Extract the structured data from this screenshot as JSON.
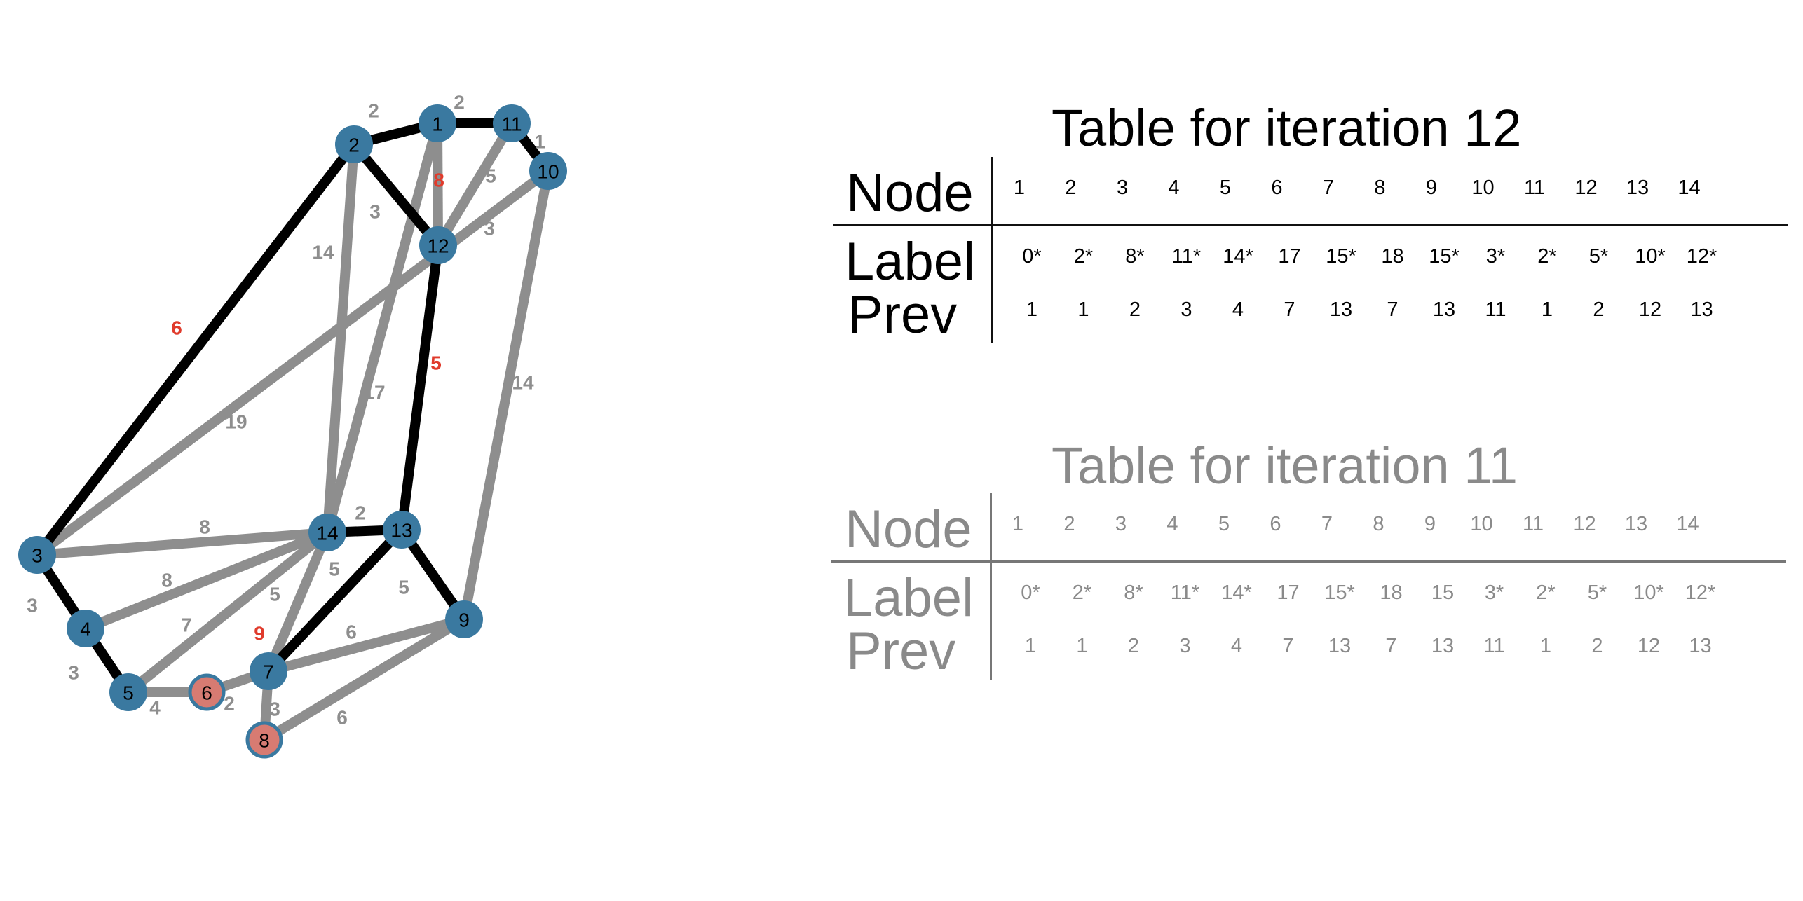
{
  "colors": {
    "node_blue": "#3a79a0",
    "node_pink": "#d77b72",
    "node_pink_stroke": "#3a79a0",
    "edge_black": "#000000",
    "edge_gray": "#8e8e8e",
    "label_gray": "#8e8e8e",
    "label_red": "#e03b2c",
    "table_current": "#000000",
    "table_previous": "#8a8a8a"
  },
  "graph": {
    "nodes": [
      {
        "id": "1",
        "fill": "blue"
      },
      {
        "id": "2",
        "fill": "blue"
      },
      {
        "id": "3",
        "fill": "blue"
      },
      {
        "id": "4",
        "fill": "blue"
      },
      {
        "id": "5",
        "fill": "blue"
      },
      {
        "id": "6",
        "fill": "pink"
      },
      {
        "id": "7",
        "fill": "blue"
      },
      {
        "id": "8",
        "fill": "pink"
      },
      {
        "id": "9",
        "fill": "blue"
      },
      {
        "id": "10",
        "fill": "blue"
      },
      {
        "id": "11",
        "fill": "blue"
      },
      {
        "id": "12",
        "fill": "blue"
      },
      {
        "id": "13",
        "fill": "blue"
      },
      {
        "id": "14",
        "fill": "blue"
      }
    ],
    "edges": [
      {
        "from": "2",
        "to": "3",
        "weight": "6",
        "in_tree": true,
        "highlight": true
      },
      {
        "from": "1",
        "to": "2",
        "weight": "2",
        "in_tree": true,
        "highlight": false
      },
      {
        "from": "1",
        "to": "11",
        "weight": "2",
        "in_tree": true,
        "highlight": false
      },
      {
        "from": "11",
        "to": "10",
        "weight": "1",
        "in_tree": true,
        "highlight": false
      },
      {
        "from": "2",
        "to": "12",
        "weight": "3",
        "in_tree": true,
        "highlight": false
      },
      {
        "from": "12",
        "to": "13",
        "weight": "5",
        "in_tree": true,
        "highlight": true
      },
      {
        "from": "14",
        "to": "13",
        "weight": "2",
        "in_tree": true,
        "highlight": false
      },
      {
        "from": "13",
        "to": "7",
        "weight": "5",
        "in_tree": true,
        "highlight": false
      },
      {
        "from": "13",
        "to": "9",
        "weight": "5",
        "in_tree": true,
        "highlight": false
      },
      {
        "from": "3",
        "to": "4",
        "weight": "3",
        "in_tree": true,
        "highlight": false
      },
      {
        "from": "4",
        "to": "5",
        "weight": "3",
        "in_tree": true,
        "highlight": false
      },
      {
        "from": "1",
        "to": "12",
        "weight": "8",
        "in_tree": false,
        "highlight": true
      },
      {
        "from": "11",
        "to": "12",
        "weight": "5",
        "in_tree": false,
        "highlight": false
      },
      {
        "from": "10",
        "to": "3",
        "weight": "3",
        "in_tree": false,
        "highlight": false
      },
      {
        "from": "10",
        "to": "9",
        "weight": "14",
        "in_tree": false,
        "highlight": false
      },
      {
        "from": "2",
        "to": "14",
        "weight": "14",
        "in_tree": false,
        "highlight": false
      },
      {
        "from": "1",
        "to": "14",
        "weight": "17",
        "in_tree": false,
        "highlight": false
      },
      {
        "from": "3",
        "to": "14",
        "weight": "8",
        "in_tree": false,
        "highlight": false
      },
      {
        "from": "4",
        "to": "14",
        "weight": "8",
        "in_tree": false,
        "highlight": false
      },
      {
        "from": "5",
        "to": "14",
        "weight": "7",
        "in_tree": false,
        "highlight": false
      },
      {
        "from": "14",
        "to": "7",
        "weight": "5",
        "in_tree": false,
        "highlight": false
      },
      {
        "from": "7",
        "to": "9",
        "weight": "6",
        "in_tree": false,
        "highlight": false
      },
      {
        "from": "8",
        "to": "9",
        "weight": "6",
        "in_tree": false,
        "highlight": false
      },
      {
        "from": "5",
        "to": "6",
        "weight": "4",
        "in_tree": false,
        "highlight": false
      },
      {
        "from": "6",
        "to": "7",
        "weight": "2",
        "in_tree": false,
        "highlight": false
      },
      {
        "from": "7",
        "to": "8",
        "weight": "3",
        "in_tree": false,
        "highlight": false
      }
    ],
    "extra_labels": [
      {
        "text": "19",
        "color": "gray"
      },
      {
        "text": "9",
        "color": "red"
      }
    ]
  },
  "tables": [
    {
      "title": "Table for iteration 12",
      "node_header": "Node",
      "label_header": "Label",
      "prev_header": "Prev",
      "nodes": [
        "1",
        "2",
        "3",
        "4",
        "5",
        "6",
        "7",
        "8",
        "9",
        "10",
        "11",
        "12",
        "13",
        "14"
      ],
      "labels": [
        "0*",
        "2*",
        "8*",
        "11*",
        "14*",
        "17",
        "15*",
        "18",
        "15*",
        "3*",
        "2*",
        "5*",
        "10*",
        "12*"
      ],
      "prev": [
        "1",
        "1",
        "2",
        "3",
        "4",
        "7",
        "13",
        "7",
        "13",
        "11",
        "1",
        "2",
        "12",
        "13"
      ]
    },
    {
      "title": "Table for iteration 11",
      "node_header": "Node",
      "label_header": "Label",
      "prev_header": "Prev",
      "nodes": [
        "1",
        "2",
        "3",
        "4",
        "5",
        "6",
        "7",
        "8",
        "9",
        "10",
        "11",
        "12",
        "13",
        "14"
      ],
      "labels": [
        "0*",
        "2*",
        "8*",
        "11*",
        "14*",
        "17",
        "15*",
        "18",
        "15",
        "3*",
        "2*",
        "5*",
        "10*",
        "12*"
      ],
      "prev": [
        "1",
        "1",
        "2",
        "3",
        "4",
        "7",
        "13",
        "7",
        "13",
        "11",
        "1",
        "2",
        "12",
        "13"
      ]
    }
  ]
}
